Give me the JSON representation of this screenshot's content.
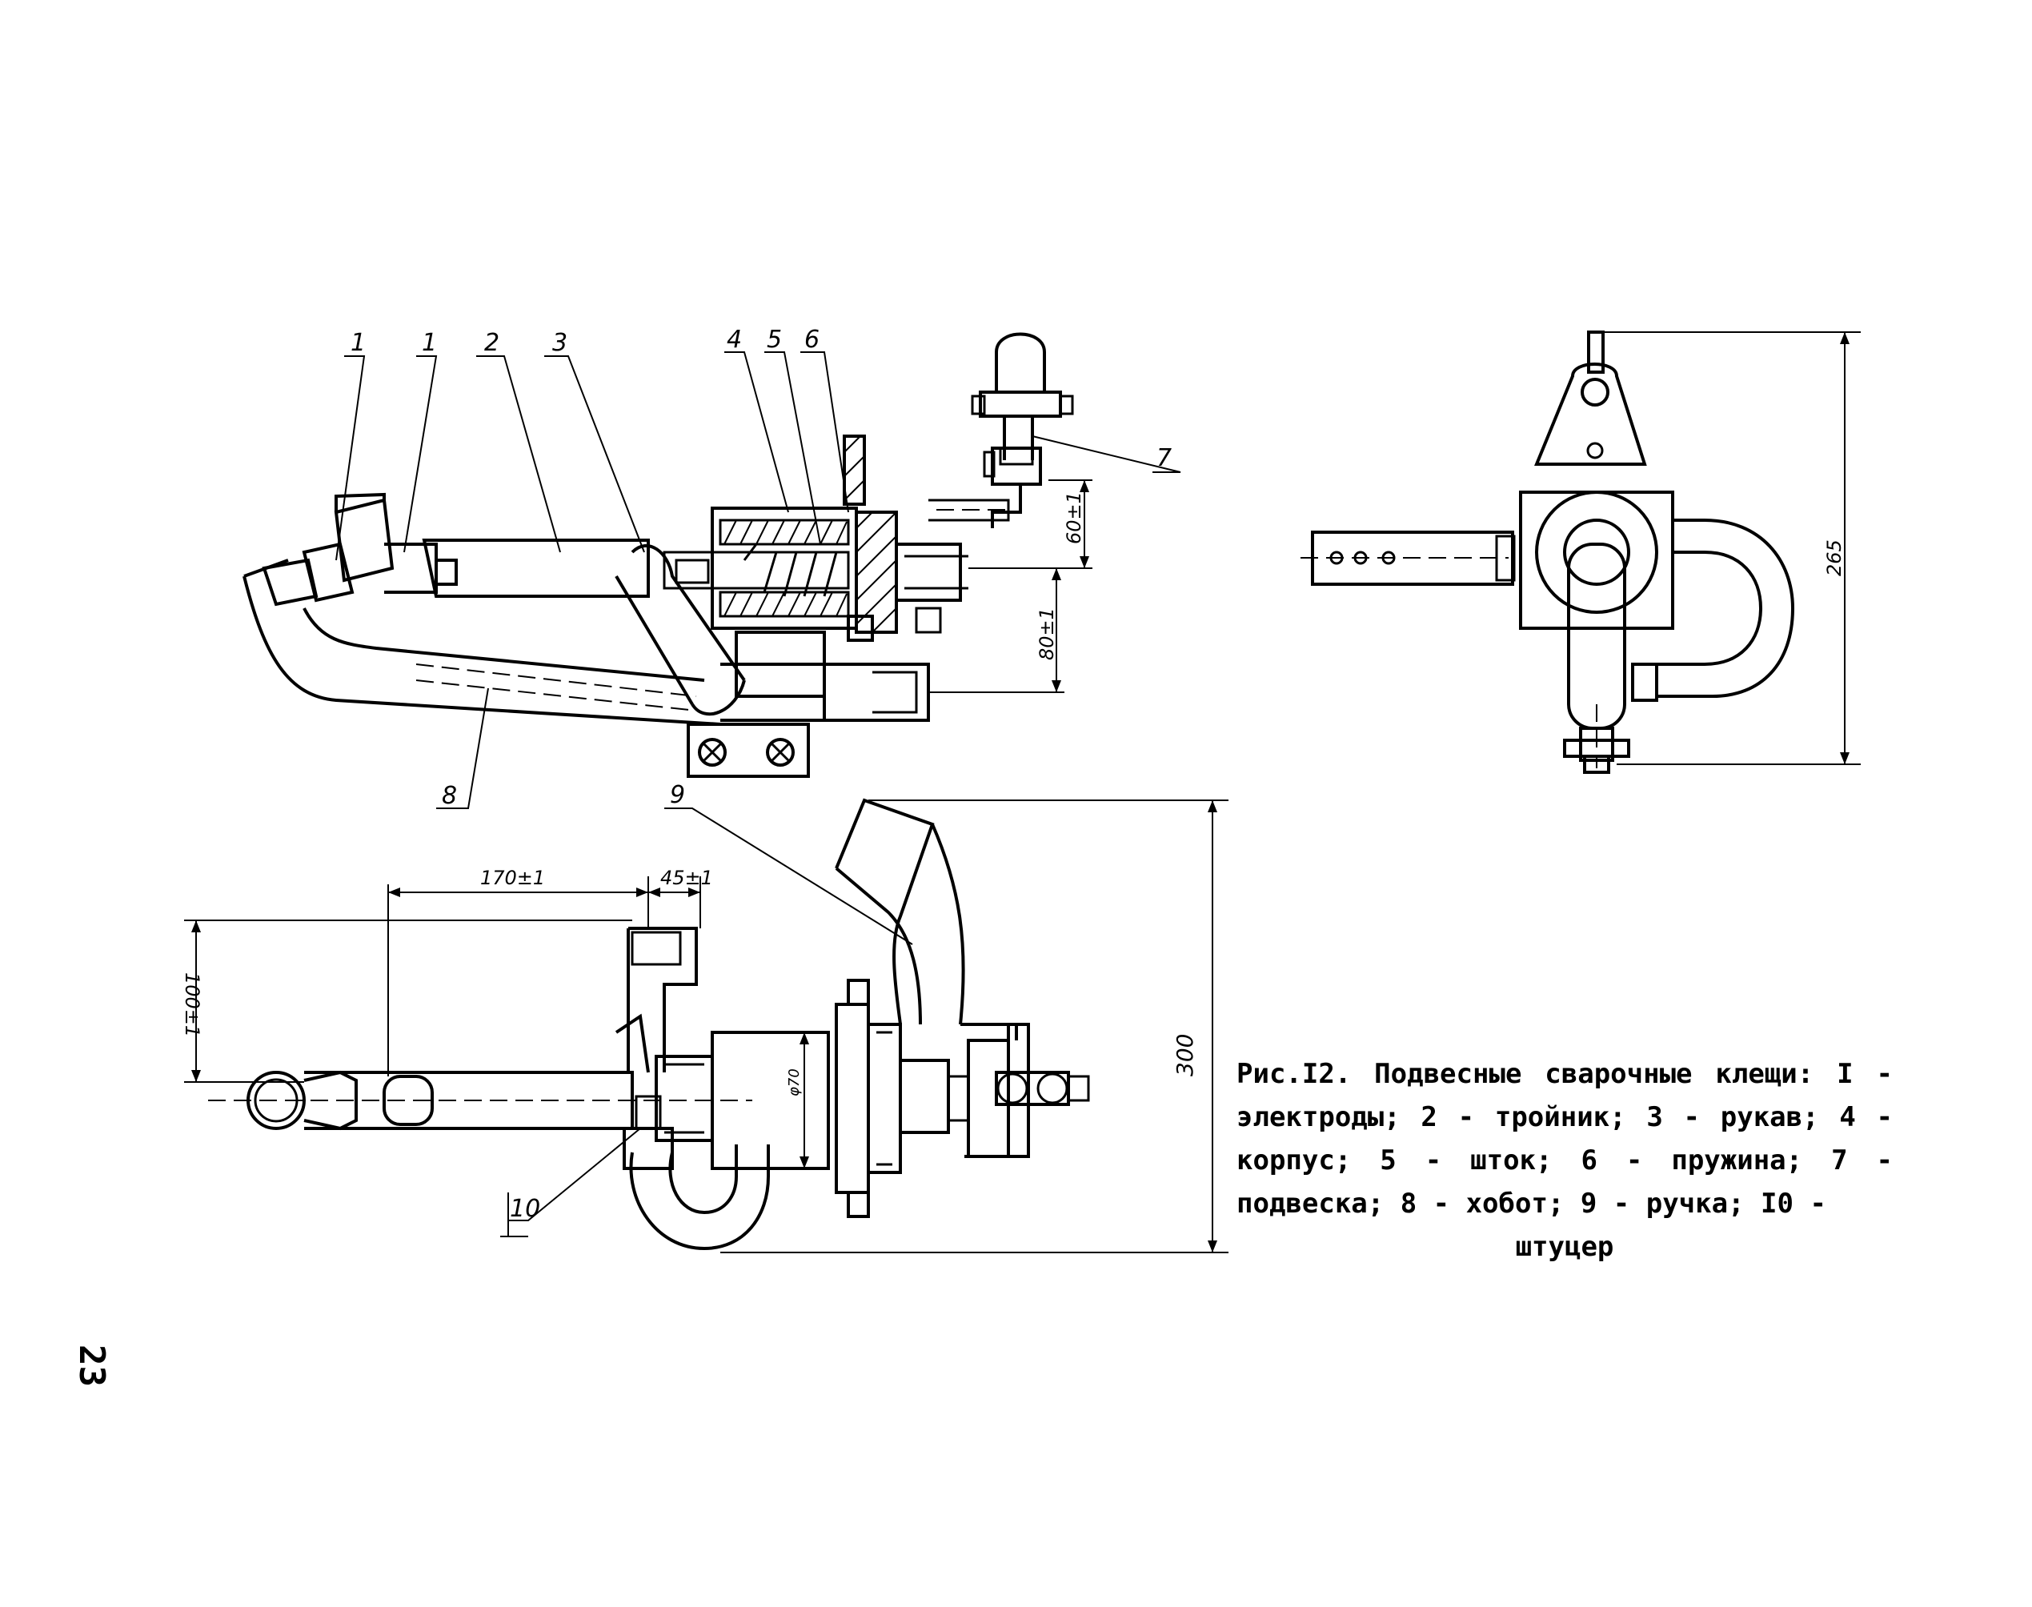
{
  "figure": {
    "caption_title": "Рис.I2. Подвесные сварочные клещи:",
    "caption_body": "I - электроды; 2 - тройник; 3 - рукав; 4 - корпус; 5 - шток; 6 - пружина; 7 - подвеска; 8 - хобот; 9 - ручка; I0 -",
    "caption_last_line": "штуцер",
    "page_number": "23"
  },
  "callouts": {
    "c1a": "1",
    "c1b": "1",
    "c2": "2",
    "c3": "3",
    "c4": "4",
    "c5": "5",
    "c6": "6",
    "c7": "7",
    "c8": "8",
    "c9": "9",
    "c10": "10"
  },
  "dimensions": {
    "d60": "60±1",
    "d80": "80±1",
    "d265": "265",
    "d170": "170±1",
    "d45": "45±1",
    "d100": "100±1",
    "d300": "300",
    "dphi": "φ70"
  }
}
